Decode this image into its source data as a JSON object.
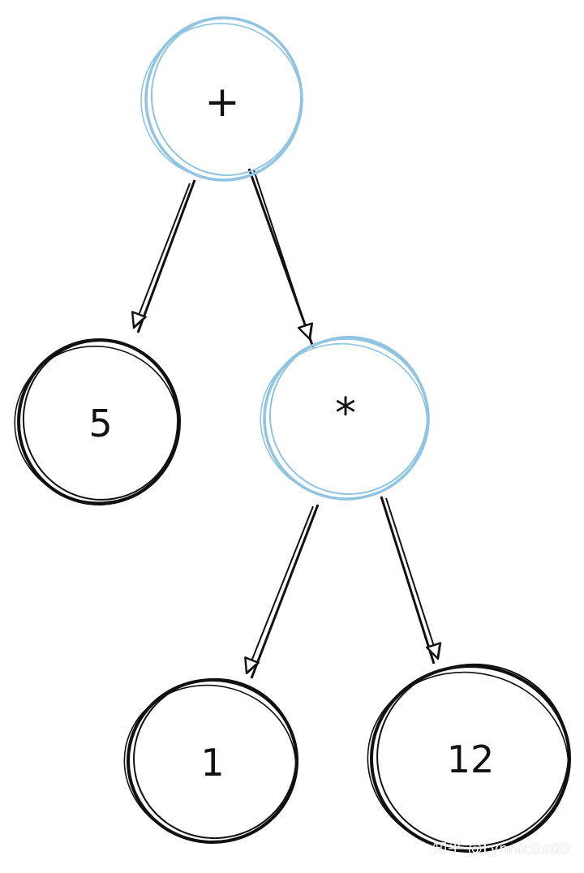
{
  "colors": {
    "operator_stroke": "#8fc4e2",
    "leaf_stroke": "#111111",
    "edge_stroke": "#111111",
    "background": "#ffffff"
  },
  "nodes": {
    "plus": {
      "label": "+",
      "kind": "operator"
    },
    "five": {
      "label": "5",
      "kind": "leaf"
    },
    "times": {
      "label": "*",
      "kind": "operator"
    },
    "one": {
      "label": "1",
      "kind": "leaf"
    },
    "twelve": {
      "label": "12",
      "kind": "leaf"
    }
  },
  "edges": [
    {
      "from": "plus",
      "to": "five"
    },
    {
      "from": "plus",
      "to": "times"
    },
    {
      "from": "times",
      "to": "one"
    },
    {
      "from": "times",
      "to": "twelve"
    }
  ],
  "watermark": "知乎 @Lynnic0x00"
}
